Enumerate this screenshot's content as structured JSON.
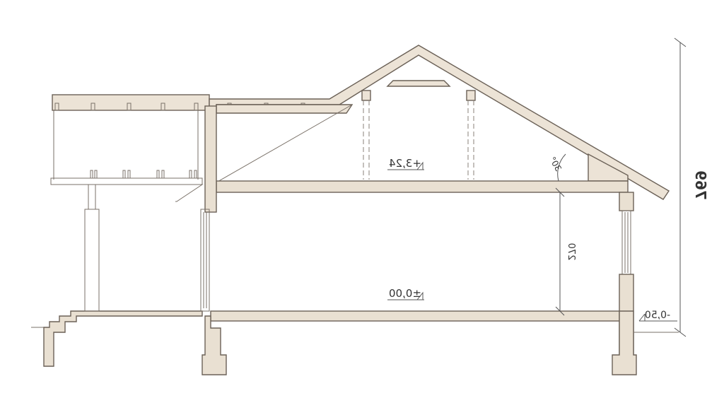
{
  "levels": {
    "attic": "+3,24",
    "ground": "±0,00",
    "terrain": "-0,50"
  },
  "dimensions": {
    "total_height": "769",
    "room_height": "270",
    "roof_angle": "30°"
  }
}
